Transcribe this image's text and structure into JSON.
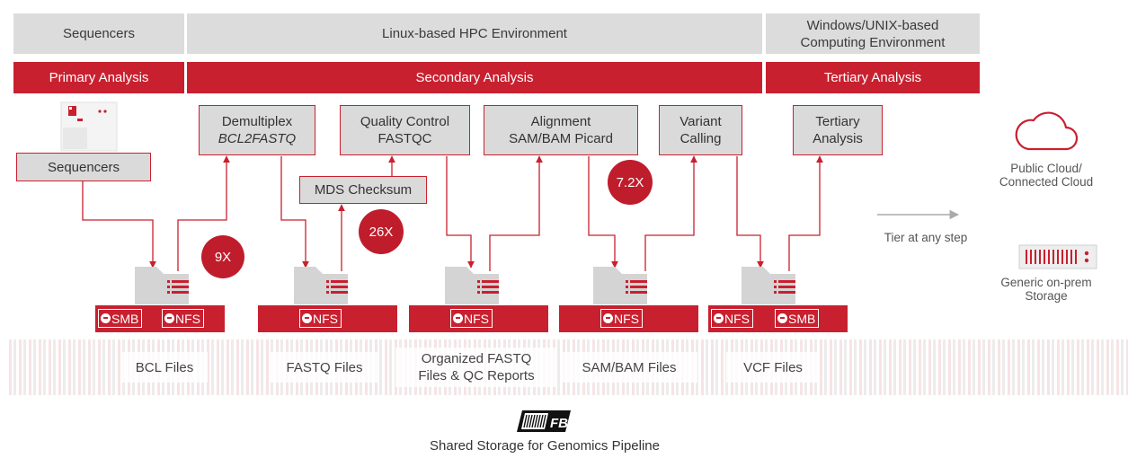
{
  "environments": {
    "sequencers": "Sequencers",
    "linux": "Linux-based HPC Environment",
    "windows_line1": "Windows/UNIX-based",
    "windows_line2": "Computing Environment"
  },
  "phases": {
    "primary": "Primary Analysis",
    "secondary": "Secondary Analysis",
    "tertiary": "Tertiary Analysis"
  },
  "steps": {
    "sequencers": "Sequencers",
    "demux_line1": "Demultiplex",
    "demux_line2": "BCL2FASTQ",
    "qc_line1": "Quality Control",
    "qc_line2": "FASTQC",
    "md5": "MDS Checksum",
    "align_line1": "Alignment",
    "align_line2": "SAM/BAM Picard",
    "variant_line1": "Variant",
    "variant_line2": "Calling",
    "tertiary_line1": "Tertiary",
    "tertiary_line2": "Analysis"
  },
  "speedups": {
    "demux": "9X",
    "md5": "26X",
    "align": "7.2X"
  },
  "protocols": {
    "g1": [
      "SMB",
      "NFS"
    ],
    "g2": [
      "NFS"
    ],
    "g3": [
      "NFS"
    ],
    "g4": [
      "NFS"
    ],
    "g5": [
      "NFS",
      "SMB"
    ]
  },
  "files": {
    "bcl": "BCL Files",
    "fastq": "FASTQ Files",
    "organized_line1": "Organized FASTQ",
    "organized_line2": "Files & QC Reports",
    "sambam": "SAM/BAM Files",
    "vcf": "VCF Files"
  },
  "tiering": {
    "public_cloud_line1": "Public Cloud/",
    "public_cloud_line2": "Connected Cloud",
    "tier_label": "Tier at any step",
    "onprem_line1": "Generic on-prem",
    "onprem_line2": "Storage"
  },
  "footer": {
    "logo_text": "FB",
    "caption": "Shared Storage for Genomics Pipeline"
  },
  "colors": {
    "brand_red": "#c8202f",
    "env_gray": "#dcdcdc",
    "box_gray": "#dadada"
  }
}
